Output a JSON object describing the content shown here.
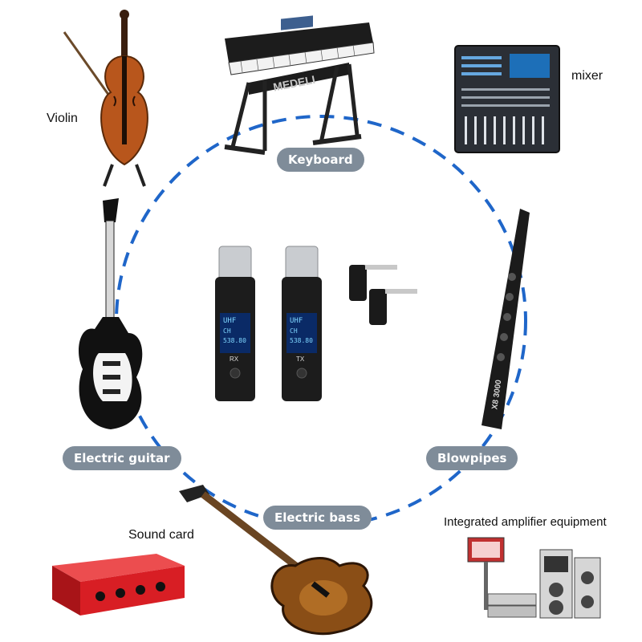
{
  "labels": {
    "violin": "Violin",
    "mixer": "mixer",
    "keyboard": "Keyboard",
    "electric_guitar": "Electric guitar",
    "blowpipes": "Blowpipes",
    "electric_bass": "Electric bass",
    "sound_card": "Sound card",
    "amplifier": "Integrated amplifier equipment"
  },
  "keyboard_brand": "MEDELI",
  "receiver": {
    "band": "UHF",
    "channel": "CH",
    "freq": "538.80",
    "mode": "RX"
  },
  "transmitter": {
    "band": "UHF",
    "channel": "CH",
    "freq": "538.80",
    "mode": "TX"
  },
  "blowpipe_model": "X8 3000",
  "colors": {
    "dashed_circle": "#1f66c9",
    "pill_bg": "#7f8c99",
    "sound_card_red": "#d81e24"
  }
}
